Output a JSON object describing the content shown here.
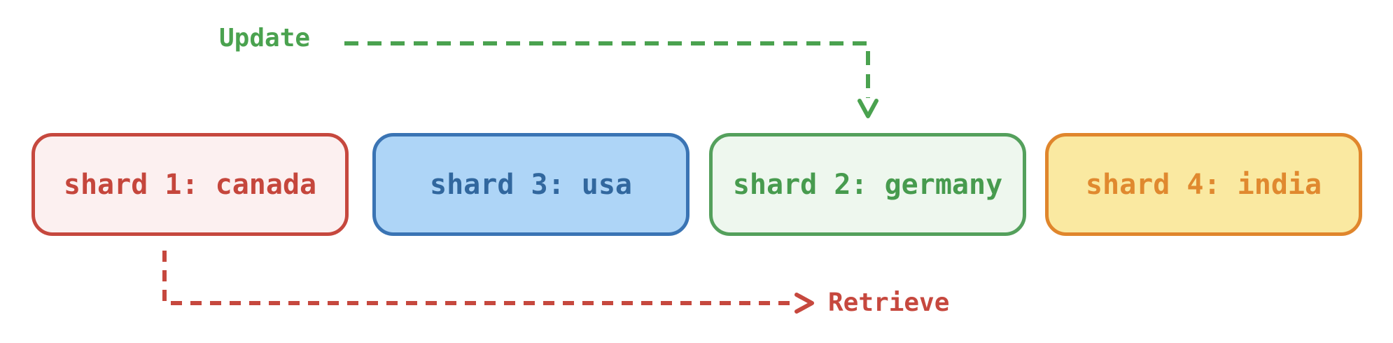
{
  "arrows": {
    "update": {
      "label": "Update",
      "color": "#4aa24f"
    },
    "retrieve": {
      "label": "Retrieve",
      "color": "#c6483e"
    }
  },
  "shards": [
    {
      "label": "shard 1: canada",
      "border": "#c6483e",
      "bg": "#fcf0f0",
      "text": "#c5463c"
    },
    {
      "label": "shard 3: usa",
      "border": "#3a74b4",
      "bg": "#aed5f7",
      "text": "#31679e"
    },
    {
      "label": "shard 2: germany",
      "border": "#54a05c",
      "bg": "#eef7ee",
      "text": "#479b4e"
    },
    {
      "label": "shard 4: india",
      "border": "#e0862c",
      "bg": "#fae9a1",
      "text": "#e0892f"
    }
  ]
}
